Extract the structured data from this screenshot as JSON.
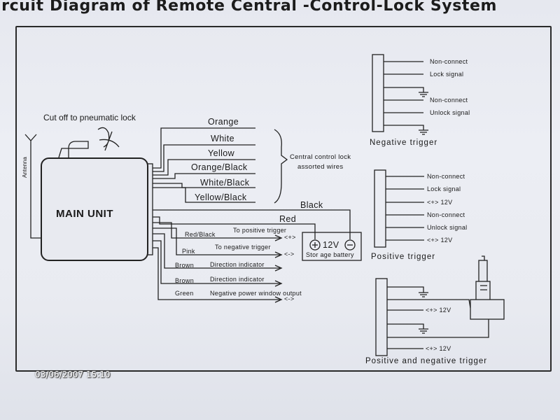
{
  "title": "ircuit Diagram of Remote Central -Control-Lock System",
  "main_unit": {
    "label": "MAIN UNIT"
  },
  "antenna_label": "Antenna",
  "cutoff_label": "Cut off to pneumatic lock",
  "wires": {
    "orange": "Orange",
    "white": "White",
    "yellow": "Yellow",
    "orange_black": "Orange/Black",
    "white_black": "White/Black",
    "yellow_black": "Yellow/Black",
    "black": "Black",
    "red": "Red",
    "red_black": "Red/Black",
    "pink": "Pink",
    "brown1": "Brown",
    "brown2": "Brown",
    "green": "Green"
  },
  "central_control_note": {
    "line1": "Central control lock",
    "line2": "assorted wires"
  },
  "outputs": {
    "positive_trigger": "To positive trigger",
    "negative_trigger": "To negative trigger",
    "direction1": "Direction indicator",
    "direction2": "Direction indicator",
    "power_window": "Negative power window output"
  },
  "terminals": {
    "plus": "<+>",
    "minus": "<->"
  },
  "battery": {
    "voltage": "12V",
    "label": "Stor age battery"
  },
  "negative_trigger_panel": {
    "title": "Negative trigger",
    "lines": [
      "Non-connect",
      "Lock signal",
      "Non-connect",
      "Unlock signal"
    ]
  },
  "positive_trigger_panel": {
    "title": "Positive trigger",
    "lines": [
      "Non-connect",
      "Lock signal",
      "<+> 12V",
      "Non-connect",
      "Unlock signal",
      "<+> 12V"
    ]
  },
  "pos_neg_panel": {
    "title": "Positive and negative trigger",
    "lines": [
      "<+> 12V",
      "<+> 12V"
    ]
  },
  "timestamp": "03/06/2007 15:10"
}
